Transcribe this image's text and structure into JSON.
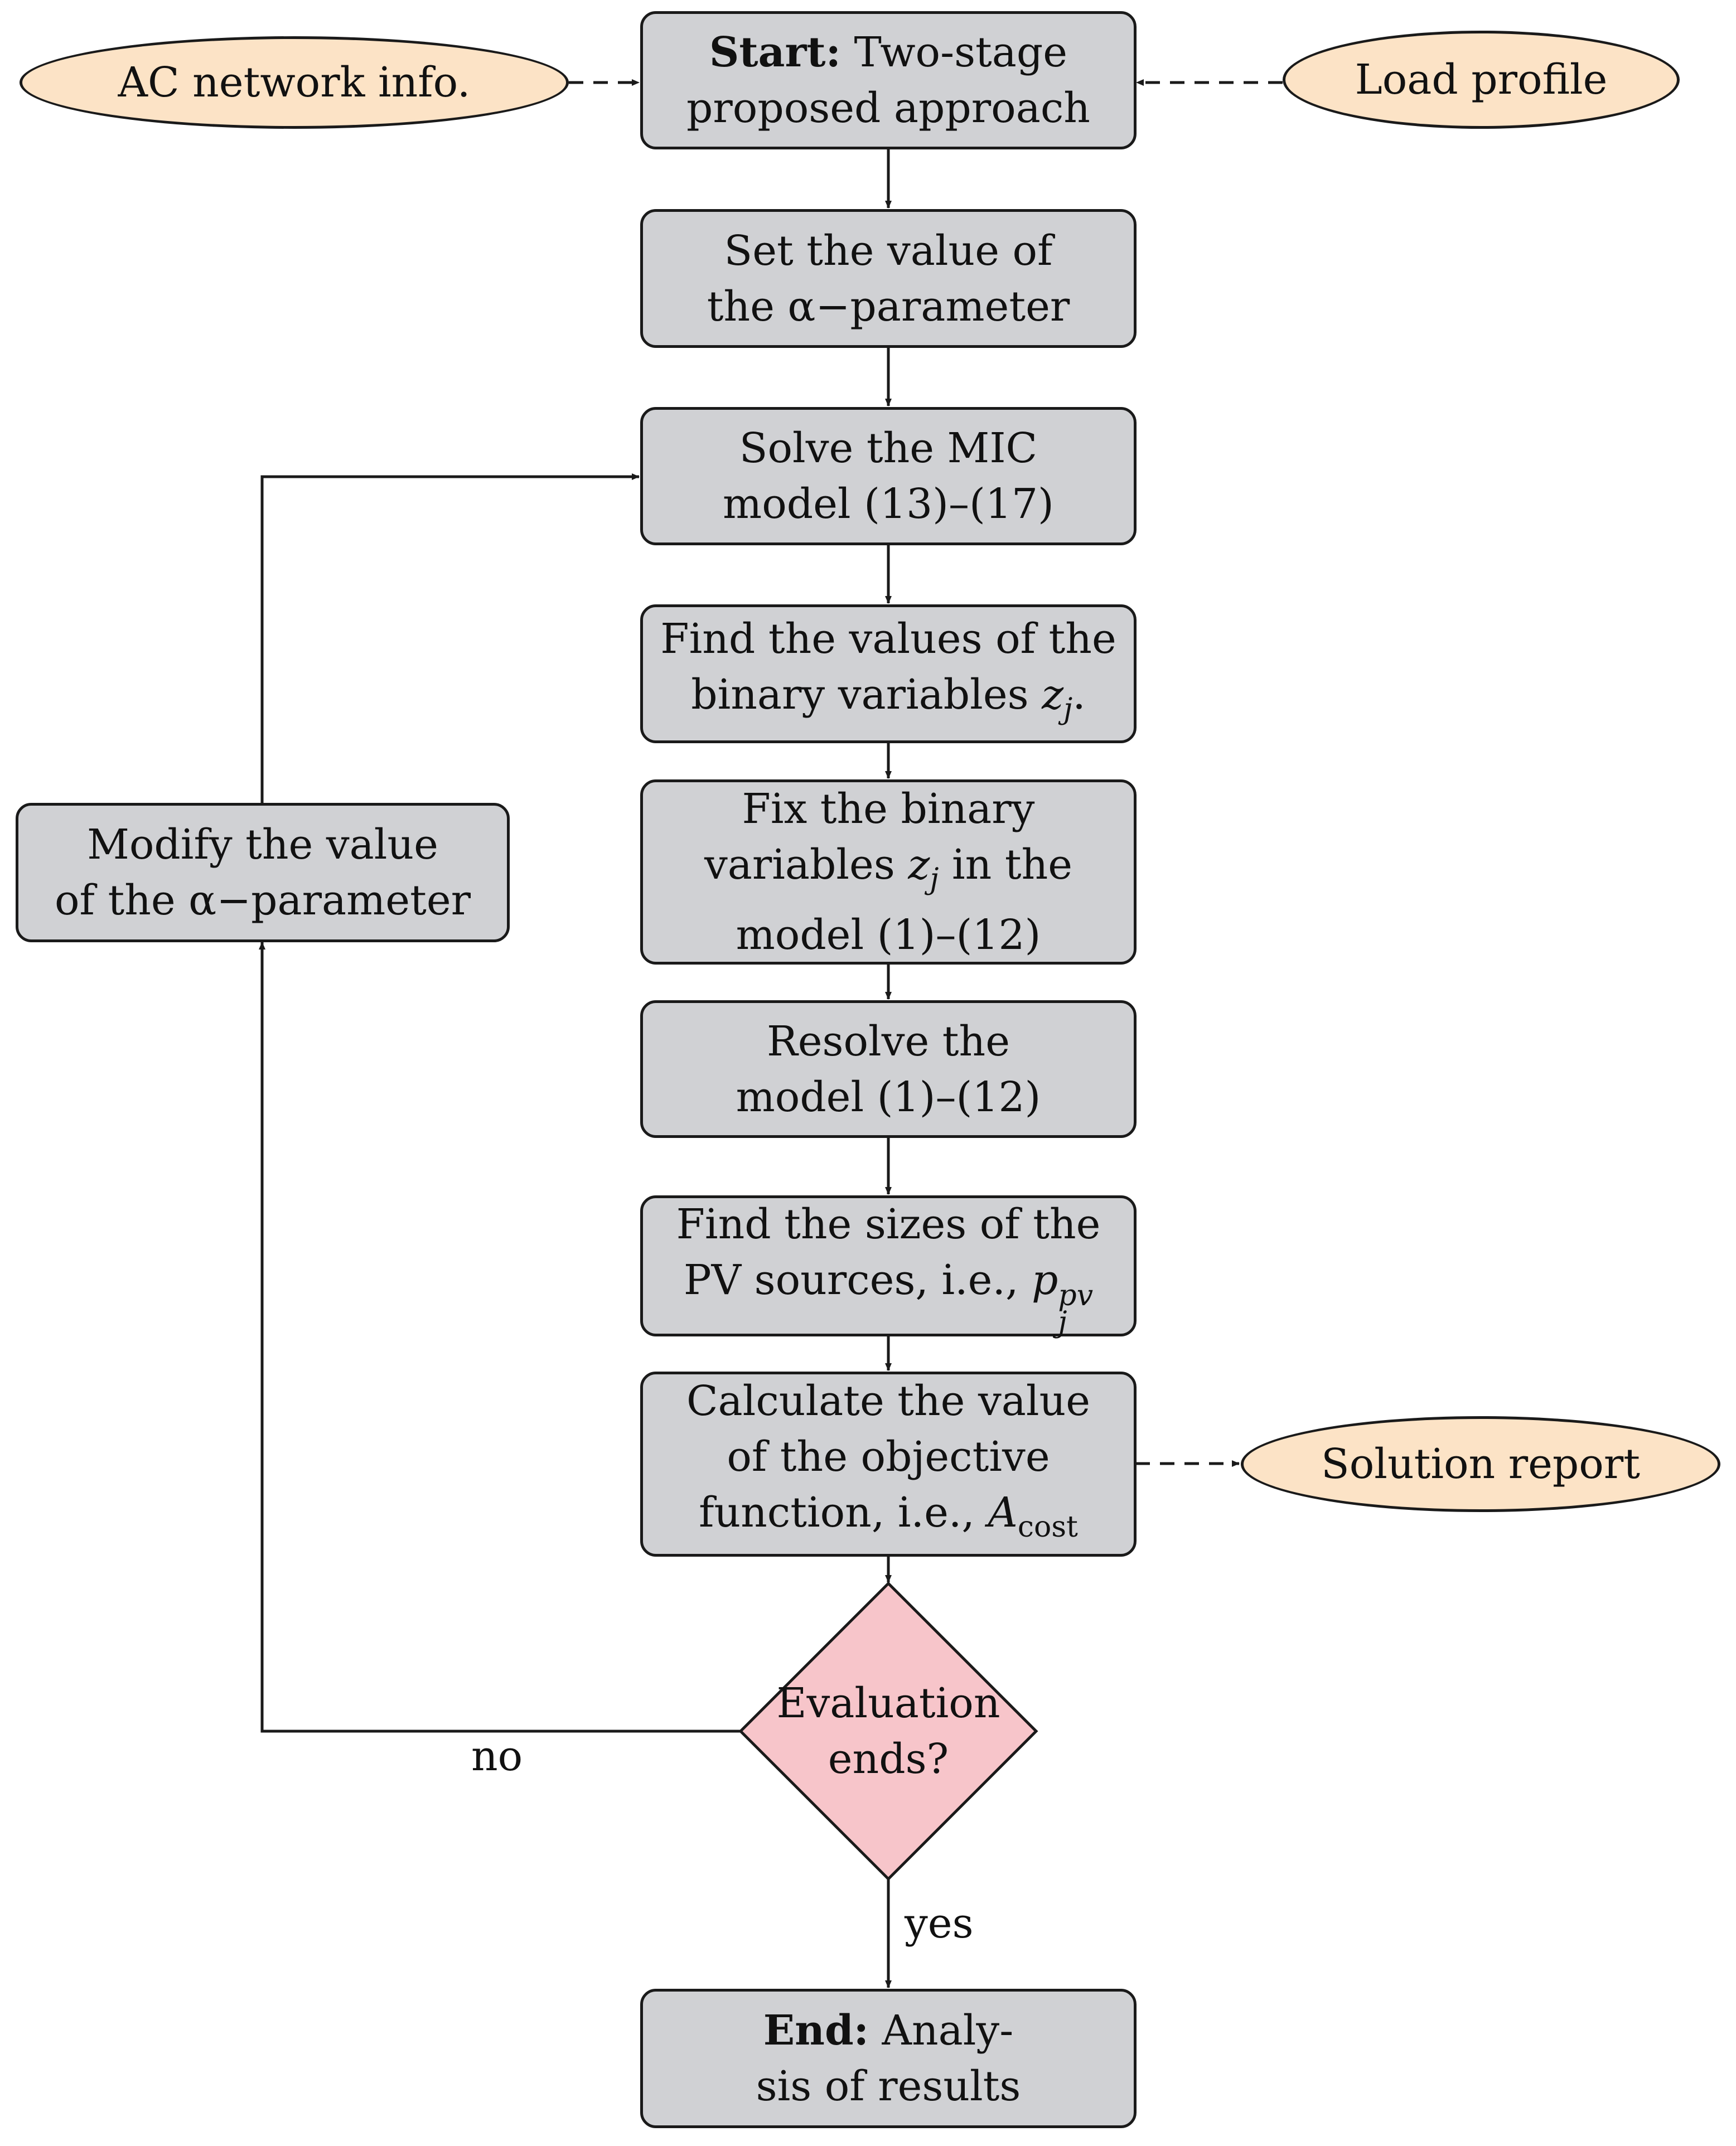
{
  "nodes": {
    "start": {
      "bold": "Start:",
      "text": "Two-stage\nproposed approach"
    },
    "set_alpha": {
      "text": "Set the value of\nthe α−parameter"
    },
    "solve_mic": {
      "text": "Solve the MIC\nmodel (13)–(17)"
    },
    "find_binary": {
      "line1": "Find the values of the",
      "line2": "binary variables",
      "var": "z",
      "var_sub": "j",
      "tail": "."
    },
    "fix_binary": {
      "line1": "Fix the binary",
      "line2a": "variables",
      "var": "z",
      "var_sub": "j",
      "line2b": "in the",
      "line3": "model (1)–(12)"
    },
    "resolve": {
      "text": "Resolve the\nmodel (1)–(12)"
    },
    "find_sizes": {
      "line1": "Find the sizes of the",
      "line2": "PV sources, i.e.,",
      "var": "p",
      "var_sub": "j",
      "var_sup": "pv"
    },
    "calc_obj": {
      "line1": "Calculate the value",
      "line2": "of the objective",
      "line3": "function, i.e.,",
      "var": "A",
      "var_sub": "cost"
    },
    "decision": {
      "text": "Evaluation\nends?"
    },
    "modify_alpha": {
      "text": "Modify the value\nof the α−parameter"
    },
    "end": {
      "bold": "End:",
      "line1": "Analy-",
      "line2": "sis of results"
    }
  },
  "inputs": {
    "ac_network": "AC network info.",
    "load_profile": "Load profile",
    "solution_report": "Solution report"
  },
  "edge_labels": {
    "no": "no",
    "yes": "yes"
  },
  "colors": {
    "process_fill": "#d0d1d4",
    "io_fill": "#fce3c6",
    "decision_fill": "#f7c5ca",
    "stroke": "#1a1a1a"
  }
}
